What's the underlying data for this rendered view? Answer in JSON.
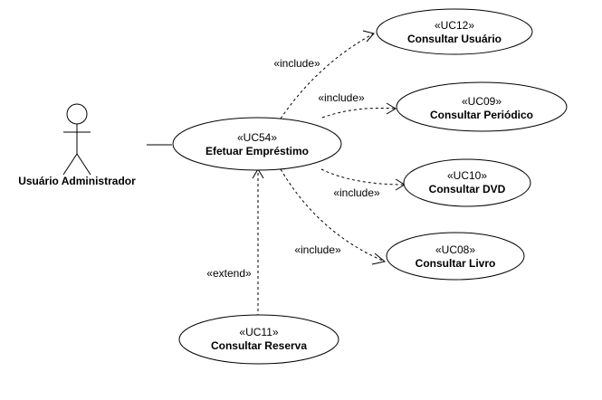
{
  "actor": {
    "name": "Usuário Administrador"
  },
  "use_cases": {
    "uc54": {
      "stereotype": "«UC54»",
      "name": "Efetuar Empréstimo"
    },
    "uc12": {
      "stereotype": "«UC12»",
      "name": "Consultar Usuário"
    },
    "uc09": {
      "stereotype": "«UC09»",
      "name": "Consultar Periódico"
    },
    "uc10": {
      "stereotype": "«UC10»",
      "name": "Consultar DVD"
    },
    "uc08": {
      "stereotype": "«UC08»",
      "name": "Consultar Livro"
    },
    "uc11": {
      "stereotype": "«UC11»",
      "name": "Consultar Reserva"
    }
  },
  "relations": {
    "include_uc12": "«include»",
    "include_uc09": "«include»",
    "include_uc10": "«include»",
    "include_uc08": "«include»",
    "extend_uc11": "«extend»"
  }
}
